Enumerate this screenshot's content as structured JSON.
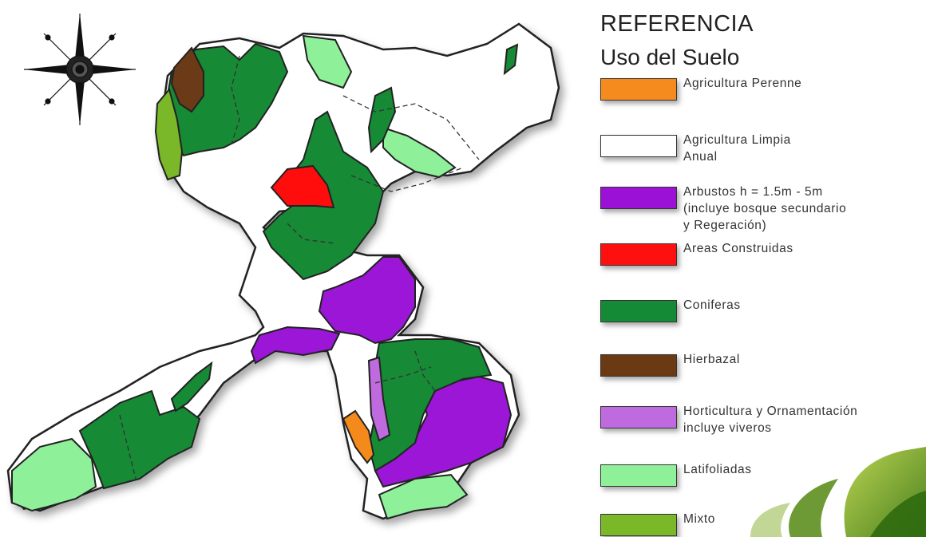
{
  "legend": {
    "title": "REFERENCIA",
    "subtitle": "Uso del Suelo",
    "items": [
      {
        "lines": [
          "Agricultura Perenne"
        ],
        "color": "#f58a1f"
      },
      {
        "lines": [
          "Agricultura Limpia",
          "Anual"
        ],
        "color": "#ffffff"
      },
      {
        "lines": [
          "Arbustos h = 1.5m - 5m",
          "(incluye bosque secundario",
          "y Regeración)"
        ],
        "color": "#9b12d6"
      },
      {
        "lines": [
          "Areas Construidas"
        ],
        "color": "#ff1010"
      },
      {
        "lines": [
          "Coniferas"
        ],
        "color": "#148a36"
      },
      {
        "lines": [
          "Hierbazal"
        ],
        "color": "#6b3a12"
      },
      {
        "lines": [
          "Horticultura y Ornamentación",
          "incluye viveros"
        ],
        "color": "#c06ae0"
      },
      {
        "lines": [
          "Latifoliadas"
        ],
        "color": "#8ff09a"
      },
      {
        "lines": [
          "Mixto"
        ],
        "color": "#7ab82a"
      }
    ]
  },
  "map": {
    "region_colors": {
      "coniferas": "#148a36",
      "arbustos": "#9b12d6",
      "latifoliadas": "#8ff09a",
      "agricultura_perenne": "#f58a1f",
      "areas_construidas": "#ff1010",
      "hierbazal": "#6b3a12",
      "horticultura": "#c06ae0",
      "mixto": "#7ab82a",
      "agricultura_limpia": "#ffffff"
    },
    "compass_icon": "compass-rose-icon",
    "decoration_icon": "leaf-decoration-icon"
  }
}
